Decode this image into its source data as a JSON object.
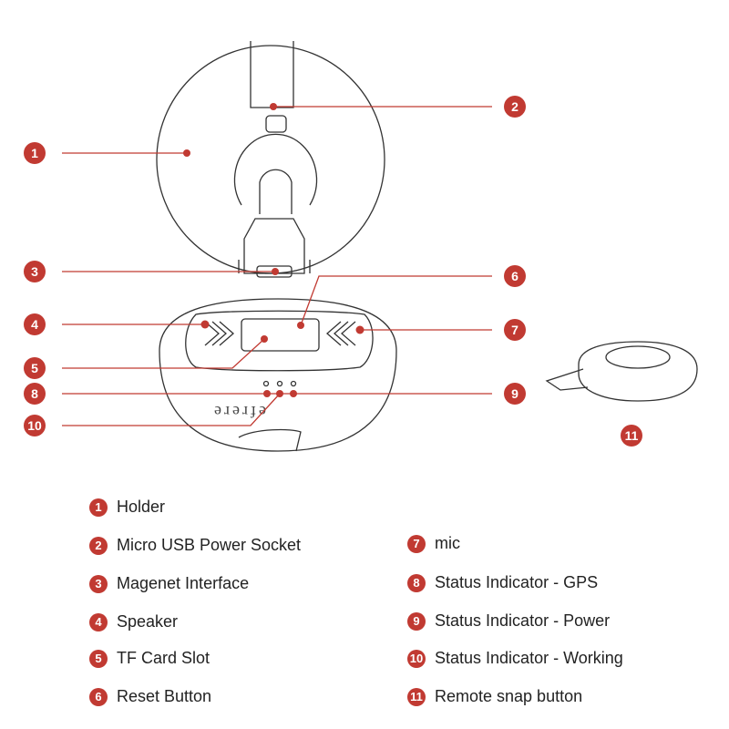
{
  "accent_color": "#c13a32",
  "callouts": [
    "1",
    "2",
    "3",
    "4",
    "5",
    "6",
    "7",
    "8",
    "9",
    "10",
    "11"
  ],
  "device_logo": "efrere",
  "legend": [
    {
      "num": "1",
      "label": "Holder"
    },
    {
      "num": "2",
      "label": "Micro USB Power Socket"
    },
    {
      "num": "3",
      "label": "Magenet Interface"
    },
    {
      "num": "4",
      "label": "Speaker"
    },
    {
      "num": "5",
      "label": "TF Card Slot"
    },
    {
      "num": "6",
      "label": "Reset Button"
    },
    {
      "num": "7",
      "label": "mic"
    },
    {
      "num": "8",
      "label": "Status Indicator - GPS"
    },
    {
      "num": "9",
      "label": "Status Indicator - Power"
    },
    {
      "num": "10",
      "label": "Status Indicator - Working"
    },
    {
      "num": "11",
      "label": "Remote snap button"
    }
  ]
}
